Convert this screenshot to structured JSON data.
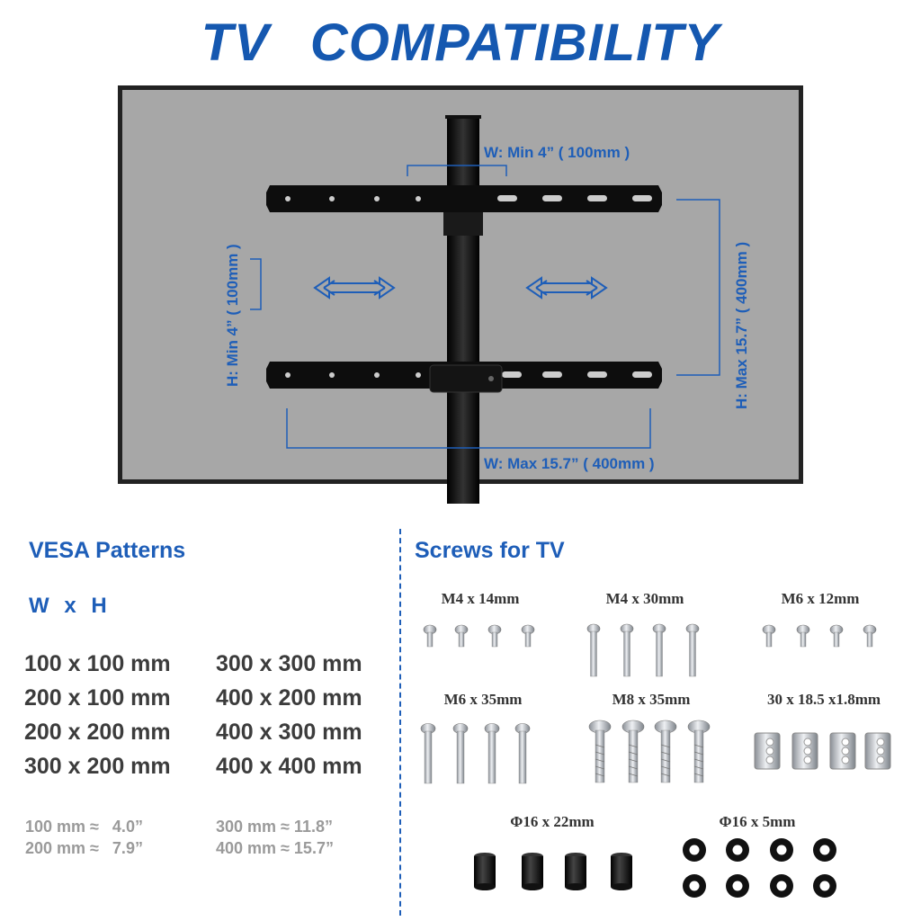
{
  "title": "TV  COMPATIBILITY",
  "diagram": {
    "w_min": "W: Min  4” ( 100mm )",
    "w_max": "W: Max  15.7” ( 400mm )",
    "h_min": "H: Min  4” ( 100mm )",
    "h_max": "H: Max  15.7” ( 400mm )"
  },
  "vesa": {
    "heading": "VESA Patterns",
    "wxh": "W x H",
    "left": [
      "100 x 100 mm",
      "200 x 100 mm",
      "200 x 200 mm",
      "300 x 200 mm"
    ],
    "right": [
      "300 x 300 mm",
      "400 x 200 mm",
      "400 x 300 mm",
      "400 x 400 mm"
    ],
    "conversions_left": [
      "100 mm ≈   4.0”",
      "200 mm ≈   7.9”"
    ],
    "conversions_right": [
      "300 mm ≈ 11.8”",
      "400 mm ≈ 15.7”"
    ]
  },
  "screws": {
    "heading": "Screws for TV",
    "items": [
      "M4 x 14mm",
      "M4 x 30mm",
      "M6 x 12mm",
      "M6 x 35mm",
      "M8 x 35mm",
      "30 x 18.5 x1.8mm",
      "Φ16 x 22mm",
      "Φ16 x 5mm"
    ]
  },
  "colors": {
    "accent": "#1e5eb8",
    "title": "#1558b0",
    "screen": "#a7a7a7",
    "bracket": "#111111"
  }
}
